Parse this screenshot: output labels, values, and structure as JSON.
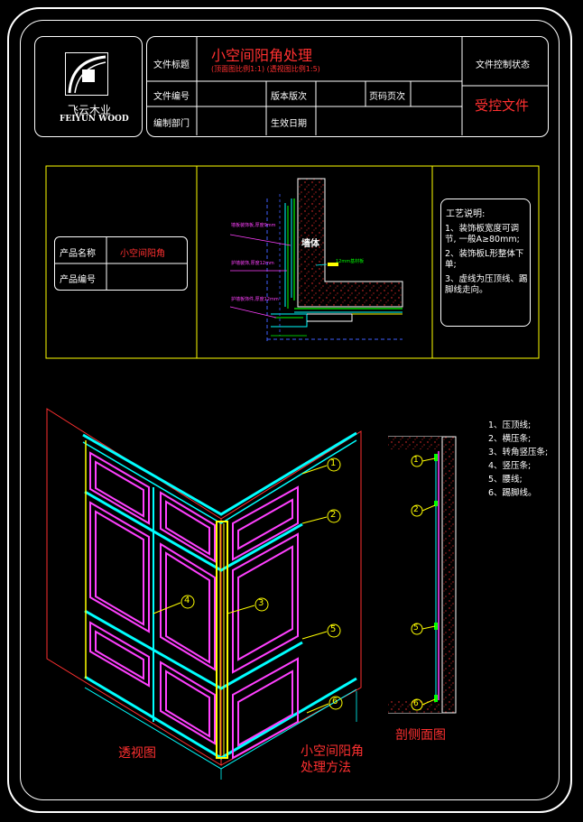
{
  "header": {
    "logo_text_cn": "飞云木业",
    "logo_text_en": "FEIYUN WOOD",
    "label_title": "文件标题",
    "title": "小空间阳角处理",
    "subtitle": "(顶面图比例1:1) (透视图比例1:5)",
    "label_control": "文件控制状态",
    "label_file_no": "文件编号",
    "label_version": "版本版次",
    "label_page": "页码页次",
    "status": "受控文件",
    "label_dept": "编制部门",
    "label_effective": "生效日期"
  },
  "product": {
    "label_name": "产品名称",
    "name": "小空间阳角",
    "label_code": "产品编号",
    "code": ""
  },
  "process": {
    "title": "工艺说明:",
    "items": [
      "1、装饰板宽度可调节, 一般A≥80mm;",
      "2、装饰板L形整体下单;",
      "3、虚线为压顶线、踢脚线走向。"
    ]
  },
  "detail": {
    "wall_label": "墙体",
    "board_label": "12mm基材板",
    "callout_a": "墙板装饰板,厚度9mm",
    "callout_b": "护墙装饰,厚度12mm",
    "callout_c": "护墙板饰件,厚度12mm"
  },
  "legend": [
    "1、压顶线;",
    "2、横压条;",
    "3、转角竖压条;",
    "4、竖压条;",
    "5、腰线;",
    "6、踢脚线。"
  ],
  "markers": {
    "m1": "1",
    "m2": "2",
    "m3": "3",
    "m4": "4",
    "m5": "5",
    "m6": "6"
  },
  "captions": {
    "perspective": "透视图",
    "method_line1": "小空间阳角",
    "method_line2": "处理方法",
    "section": "剖侧面图"
  }
}
